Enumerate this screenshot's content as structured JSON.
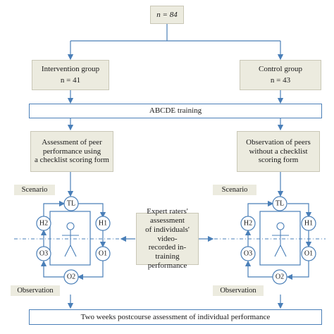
{
  "total": {
    "n_label": "n = 84"
  },
  "intervention": {
    "title": "Intervention group",
    "n_label": "n = 41"
  },
  "control": {
    "title": "Control group",
    "n_label": "n = 43"
  },
  "abcde": {
    "label": "ABCDE training"
  },
  "left_assessment": {
    "lines": [
      "Assessment of peer",
      "performance using",
      "a checklist scoring form"
    ]
  },
  "right_observation": {
    "lines": [
      "Observation of peers",
      "without a checklist",
      "scoring form"
    ]
  },
  "expert": {
    "lines": [
      "Expert raters' assessment",
      "of individuals' video-",
      "recorded in-training",
      "performance"
    ]
  },
  "left_scenario": {
    "label": "Scenario"
  },
  "right_scenario": {
    "label": "Scenario"
  },
  "left_observation": {
    "label": "Observation"
  },
  "right_observation_tag": {
    "label": "Observation"
  },
  "positions": {
    "tl": "TL",
    "h1": "H1",
    "h2": "H2",
    "o1": "O1",
    "o2": "O2",
    "o3": "O3"
  },
  "final": {
    "label": "Two weeks postcourse assessment of individual performance"
  },
  "colors": {
    "line": "#4a7fb8",
    "box_fill": "#ecebdf",
    "dash": "#4a7fb8"
  }
}
